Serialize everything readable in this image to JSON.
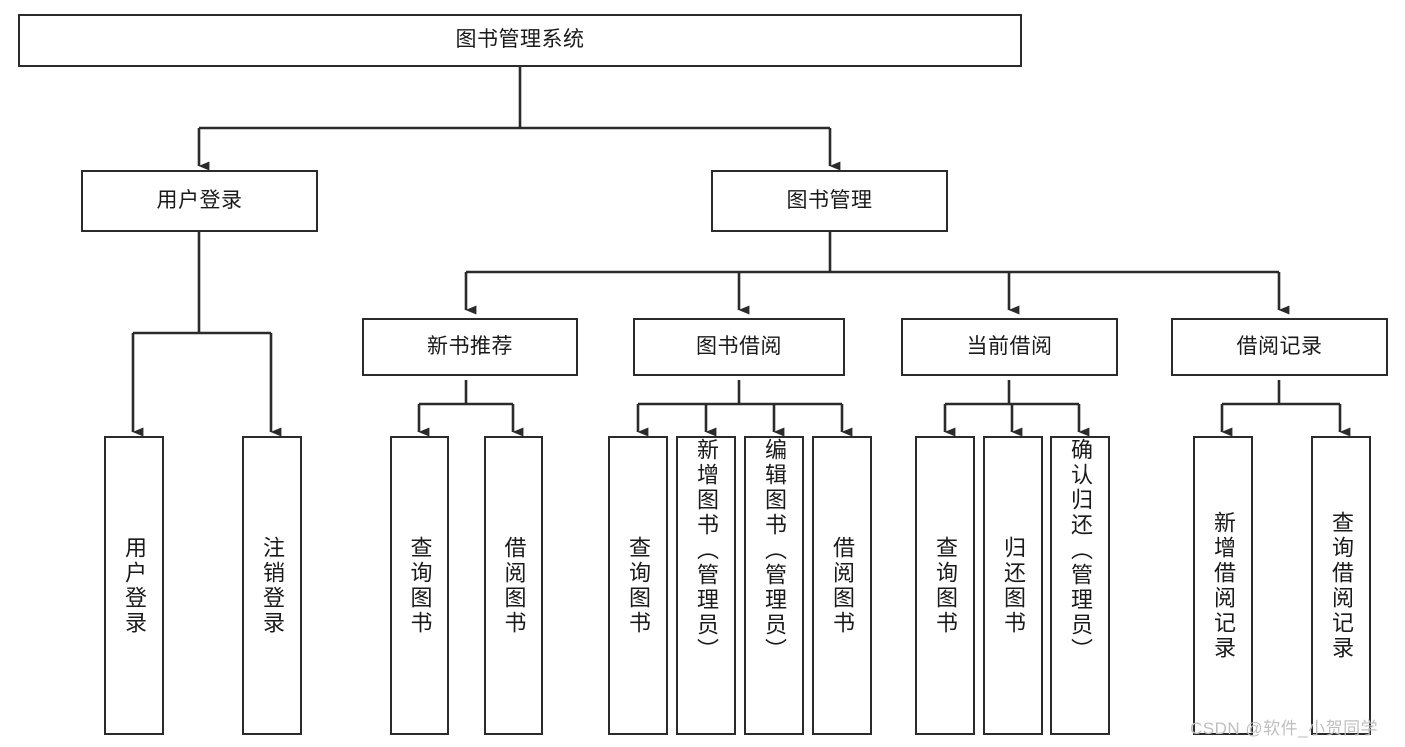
{
  "diagram": {
    "title": "图书管理系统",
    "type": "hierarchy-tree",
    "watermark": "CSDN @软件_小贺同学",
    "style": {
      "box_border_color": "#2b2b2b",
      "box_fill_color": "#ffffff",
      "edge_color": "#2b2b2b",
      "background_color": "#ffffff",
      "watermark_color": "#bfbfbf"
    },
    "nodes": {
      "root": {
        "label": "图书管理系统"
      },
      "level2": [
        {
          "id": "user-login",
          "label": "用户登录"
        },
        {
          "id": "book-manage",
          "label": "图书管理"
        }
      ],
      "level3": [
        {
          "id": "new-book-rec",
          "label": "新书推荐"
        },
        {
          "id": "book-borrow",
          "label": "图书借阅"
        },
        {
          "id": "current-borrow",
          "label": "当前借阅"
        },
        {
          "id": "borrow-record",
          "label": "借阅记录"
        }
      ],
      "leaves": {
        "user_login": [
          {
            "id": "leaf-user-login",
            "label": "用户登录"
          },
          {
            "id": "leaf-logout",
            "label": "注销登录"
          }
        ],
        "new_book_rec": [
          {
            "id": "leaf-query-book-1",
            "label": "查询图书"
          },
          {
            "id": "leaf-borrow-book-1",
            "label": "借阅图书"
          }
        ],
        "book_borrow": [
          {
            "id": "leaf-query-book-2",
            "label": "查询图书"
          },
          {
            "id": "leaf-add-book",
            "label": "新增图书（管理员）"
          },
          {
            "id": "leaf-edit-book",
            "label": "编辑图书（管理员）"
          },
          {
            "id": "leaf-borrow-book-2",
            "label": "借阅图书"
          }
        ],
        "current_borrow": [
          {
            "id": "leaf-query-book-3",
            "label": "查询图书"
          },
          {
            "id": "leaf-return-book",
            "label": "归还图书"
          },
          {
            "id": "leaf-confirm-return",
            "label": "确认归还（管理员）"
          }
        ],
        "borrow_record": [
          {
            "id": "leaf-add-record",
            "label": "新增借阅记录"
          },
          {
            "id": "leaf-query-record",
            "label": "查询借阅记录"
          }
        ]
      }
    }
  }
}
